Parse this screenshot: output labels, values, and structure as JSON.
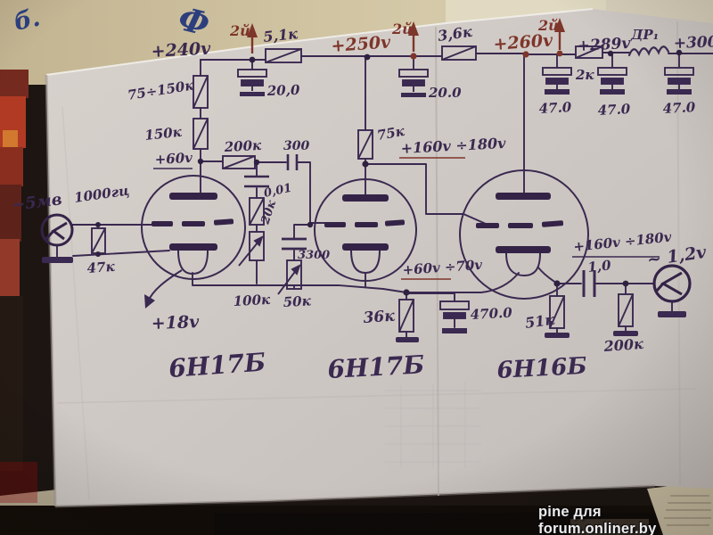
{
  "corner_marks": {
    "left": "б.",
    "right": "Ф"
  },
  "watermark": "pine для forum.onliner.by",
  "rail": {
    "v240": "+240v",
    "r_5k1": "5,1к",
    "v250": "+250v",
    "r_3k6": "3,6к",
    "v260": "+260v",
    "r_2k": "2к",
    "v289": "+289v",
    "choke": "ДР₁",
    "v300": "+300",
    "tap1": "2й",
    "tap2": "2й",
    "tap3": "2й",
    "c1": "20,0",
    "c2": "20.0",
    "c3": "47.0",
    "c4": "47.0",
    "c5": "47.0"
  },
  "stage1": {
    "r_top": "75÷150к",
    "r_anode": "150к",
    "v_anode": "+60v",
    "r_coupling": "200к",
    "c_coupling": "300",
    "c_grid2": "0,01",
    "r_grid2": "20к",
    "input_level": "~5мв",
    "input_freq": "1000гц",
    "r_input": "47к",
    "r_line": "100к",
    "v_cathode": "+18v",
    "tube": "6Н17Б"
  },
  "stage2": {
    "r_anode": "75к",
    "v_anode": "+160v ÷180v",
    "c_grid": "3300",
    "r_pot": "50к",
    "v_cathode": "+60v ÷70v",
    "r_cathode": "36к",
    "c_cathode": "470.0",
    "tube": "6Н17Б"
  },
  "stage3": {
    "v_out_range": "+160v ÷180v",
    "c_out": "1,0",
    "v_out": "~ 1,2v",
    "r_cathode": "51к",
    "r_out": "200к",
    "tube": "6Н16Б"
  }
}
